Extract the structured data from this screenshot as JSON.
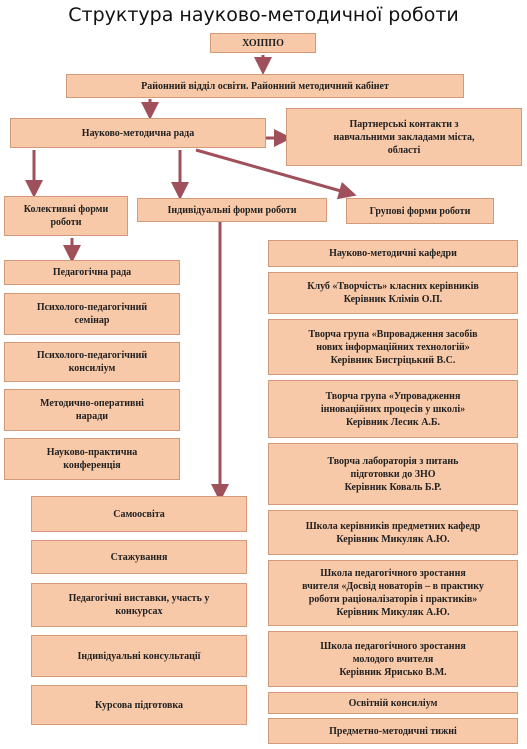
{
  "title": "Структура науково-методичної роботи",
  "colors": {
    "box_fill": "#f8c9a8",
    "box_border": "#d39a78",
    "arrow": "#a0505a"
  },
  "boxes": {
    "khoippo": "ХОІППО",
    "district": "Районний відділ освіти. Районний методичний кабінет",
    "council": "Науково-методична рада",
    "partners": "Партнерські контакти з\nнавчальними закладами міста,\nобласті",
    "collective": "Колективні форми\nроботи",
    "individual": "Індивідуальні форми роботи",
    "group": "Групові форми роботи",
    "collective_items": [
      "Педагогічна рада",
      "Психолого-педагогічний\nсемінар",
      "Психолого-педагогічний\nконсиліум",
      "Методично-оперативні\nнаради",
      "Науково-практична\nконференція"
    ],
    "individual_items": [
      "Самоосвіта",
      "Стажування",
      "Педагогічні виставки, участь у\nконкурсах",
      "Індивідуальні консультації",
      "Курсова підготовка"
    ],
    "group_items": [
      "Науково-методичні кафедри",
      "Клуб «Творчість» класних керівників\nКерівник Клімів О.П.",
      "Творча група «Впровадження засобів\nнових інформаційних технологій»\nКерівник Бистріцький В.С.",
      "Творча група «Упровадження\nінноваційних процесів у школі»\nКерівник Лесик А.Б.",
      "Творча лабораторія з питань\nпідготовки до ЗНО\nКерівник Коваль Б.Р.",
      "Школа керівників предметних кафедр\nКерівник Микуляк А.Ю.",
      "Школа педагогічного зростання\nвчителя «Досвід новаторів – в практику\nроботи раціоналізаторів і практиків»\nКерівник Микуляк А.Ю.",
      "Школа педагогічного зростання\nмолодого вчителя\nКерівник Ярисько В.М.",
      "Освітній консиліум",
      "Предметно-методичні тижні"
    ]
  }
}
